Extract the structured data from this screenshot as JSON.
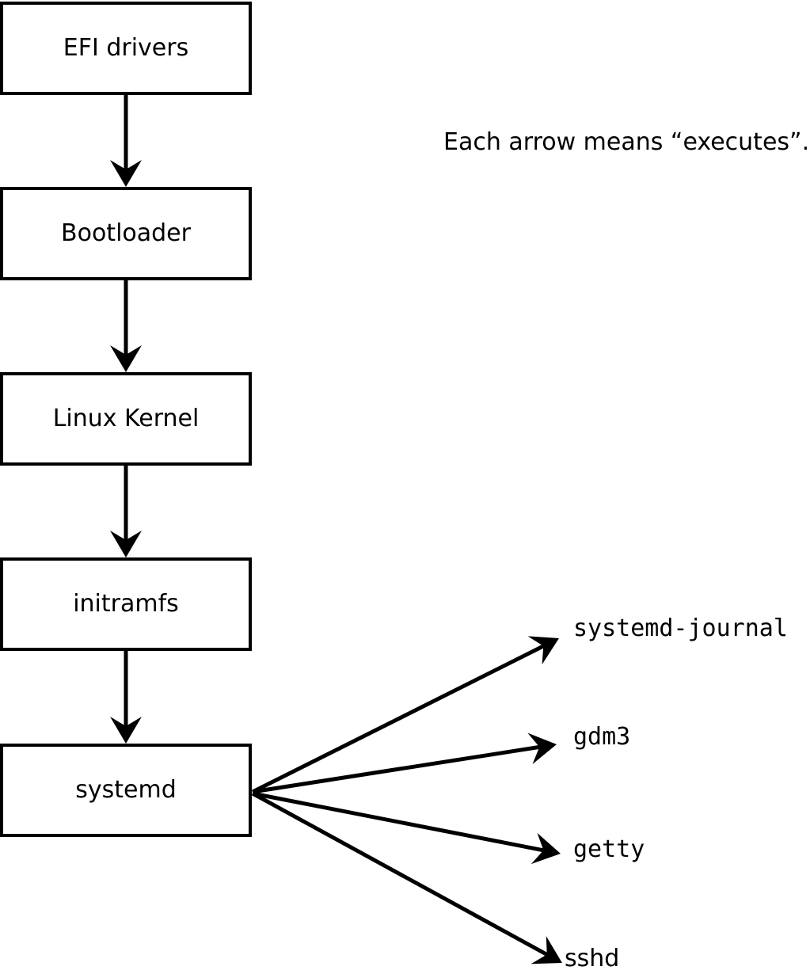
{
  "caption": {
    "text": "Each arrow means “executes”."
  },
  "nodes": {
    "chain": [
      {
        "id": "efi-drivers",
        "label": "EFI drivers"
      },
      {
        "id": "bootloader",
        "label": "Bootloader"
      },
      {
        "id": "linux-kernel",
        "label": "Linux Kernel"
      },
      {
        "id": "initramfs",
        "label": "initramfs"
      },
      {
        "id": "systemd",
        "label": "systemd"
      }
    ],
    "spawned": [
      {
        "id": "systemd-journal",
        "label": "systemd-journal"
      },
      {
        "id": "gdm3",
        "label": "gdm3"
      },
      {
        "id": "getty",
        "label": "getty"
      },
      {
        "id": "sshd",
        "label": "sshd"
      }
    ]
  },
  "edges_meaning": "executes",
  "colors": {
    "stroke": "#000000",
    "box_fill": "#ffffff",
    "background": "#ffffff",
    "text": "#000000"
  }
}
